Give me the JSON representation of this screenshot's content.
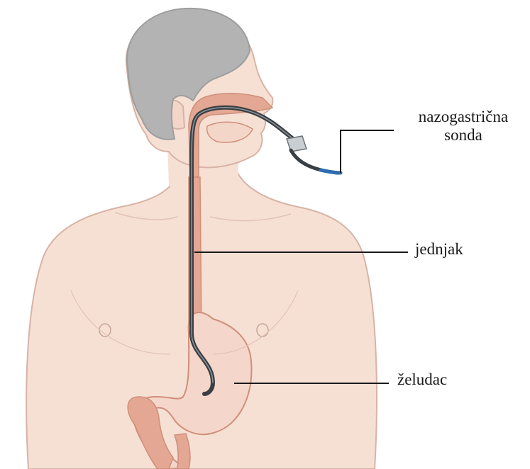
{
  "labels": {
    "tube": [
      "nazogastrična",
      "sonda"
    ],
    "esophagus": "jednjak",
    "stomach": "želudac"
  },
  "colors": {
    "skin": "#f6e0d4",
    "skin_outline": "#d7b3a6",
    "hair": "#b3b3b3",
    "hair_outline": "#9d9d9d",
    "organ": "#e3a793",
    "organ_dark": "#cf8f7a",
    "stomach": "#f5d6cb",
    "tube": "#3a3f44",
    "tube_end": "#2b6db0",
    "leader": "#1a1a1a"
  }
}
